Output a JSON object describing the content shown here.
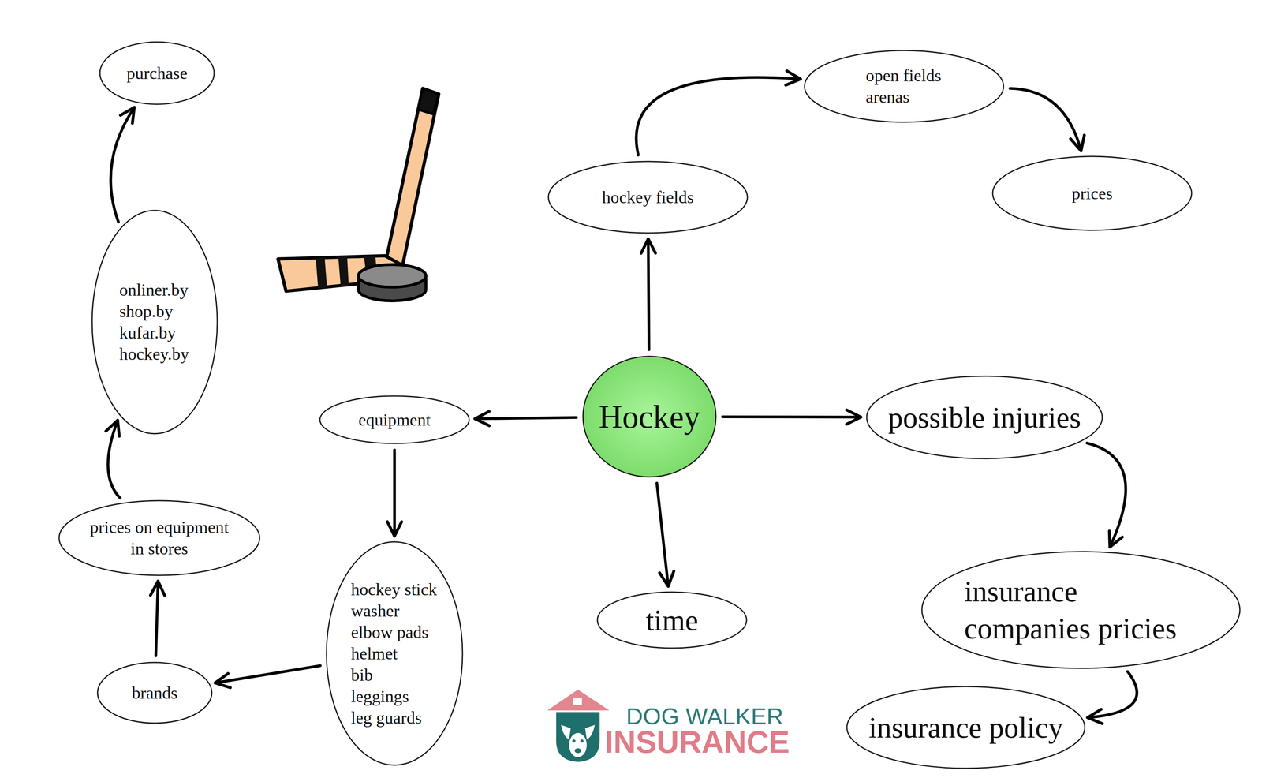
{
  "diagram": {
    "nodes": [
      {
        "text": [
          "purchase"
        ]
      },
      {
        "text": [
          "open fields",
          "arenas"
        ]
      },
      {
        "text": [
          "hockey fields"
        ]
      },
      {
        "text": [
          "prices"
        ]
      },
      {
        "text": [
          "onliner.by",
          "shop.by",
          "kufar.by",
          "hockey.by"
        ]
      },
      {
        "text": [
          "equipment"
        ]
      },
      {
        "text": [
          "Hockey"
        ]
      },
      {
        "text": [
          "possible injuries"
        ]
      },
      {
        "text": [
          "prices on equipment in stores"
        ]
      },
      {
        "text": [
          "hockey stick",
          "washer",
          "elbow pads",
          "helmet",
          "bib",
          "leggings",
          "leg guards"
        ]
      },
      {
        "text": [
          "insurance companies pricies"
        ]
      },
      {
        "text": [
          "time"
        ]
      },
      {
        "text": [
          "brands"
        ]
      },
      {
        "text": [
          "insurance policy"
        ]
      }
    ],
    "edges": [
      {
        "from": 6,
        "to": 2,
        "arrow": "to"
      },
      {
        "from": 2,
        "to": 1,
        "arrow": "to"
      },
      {
        "from": 1,
        "to": 3,
        "arrow": "to"
      },
      {
        "from": 6,
        "to": 5,
        "arrow": "to"
      },
      {
        "from": 5,
        "to": 9,
        "arrow": "to"
      },
      {
        "from": 9,
        "to": 12,
        "arrow": "to"
      },
      {
        "from": 12,
        "to": 8,
        "arrow": "to"
      },
      {
        "from": 8,
        "to": 4,
        "arrow": "to"
      },
      {
        "from": 4,
        "to": 0,
        "arrow": "to"
      },
      {
        "from": 6,
        "to": 7,
        "arrow": "to"
      },
      {
        "from": 7,
        "to": 10,
        "arrow": "to"
      },
      {
        "from": 10,
        "to": 13,
        "arrow": "to"
      },
      {
        "from": 6,
        "to": 11,
        "arrow": "to"
      }
    ],
    "labels": [
      "DOG WALKER",
      "INSURANCE"
    ]
  }
}
